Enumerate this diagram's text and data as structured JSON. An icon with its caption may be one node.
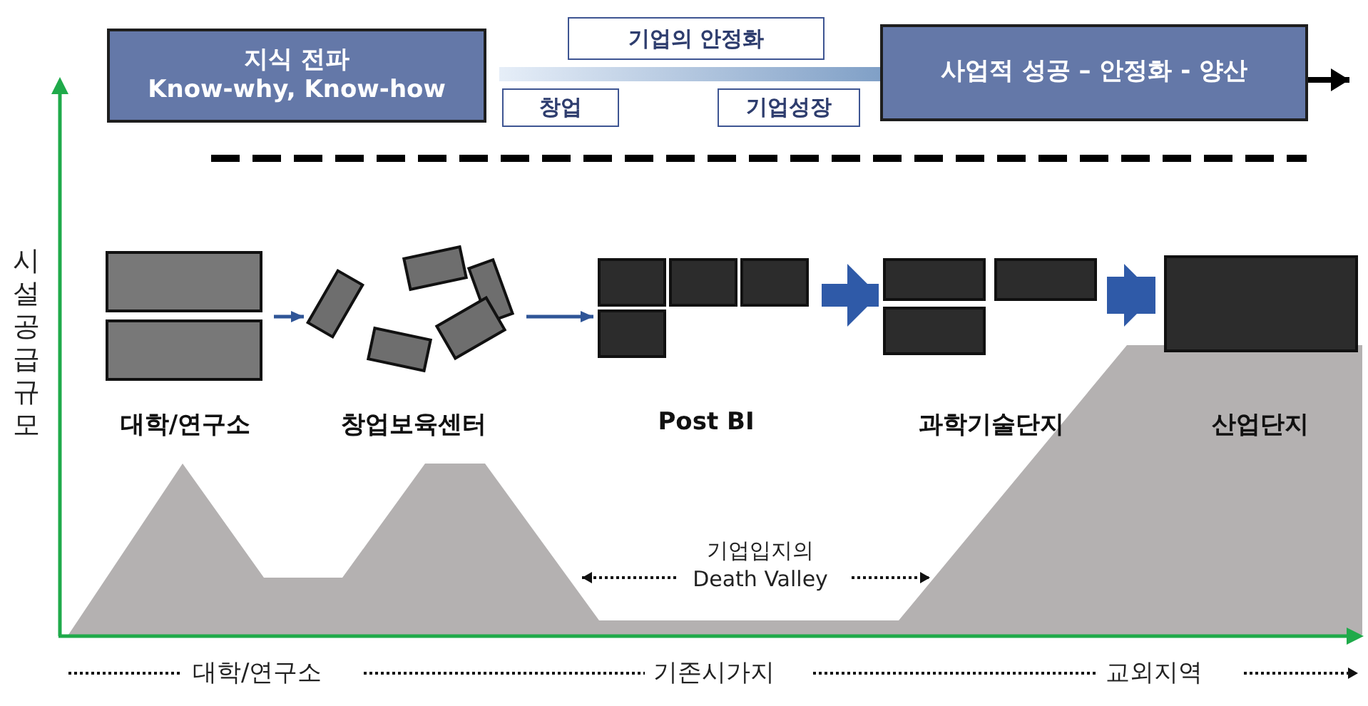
{
  "diagram": {
    "nodes": [
      {
        "text": [
          "지식 전파",
          "Know-why, Know-how"
        ]
      },
      {
        "text": [
          "기업의 안정화"
        ]
      },
      {
        "text": [
          "창업"
        ]
      },
      {
        "text": [
          "기업성장"
        ]
      },
      {
        "text": [
          "사업적 성공 – 안정화 - 양산"
        ]
      },
      {
        "text": [
          "대학/연구소"
        ]
      },
      {
        "text": [
          "창업보육센터"
        ]
      },
      {
        "text": [
          "Post BI"
        ]
      },
      {
        "text": [
          "과학기술단지"
        ]
      },
      {
        "text": [
          "산업단지"
        ]
      }
    ],
    "edges": [
      {
        "from": 5,
        "to": 6,
        "arrow": "to"
      },
      {
        "from": 6,
        "to": 7,
        "arrow": "to"
      },
      {
        "from": 7,
        "to": 8,
        "arrow": "to",
        "style": "thick"
      },
      {
        "from": 8,
        "to": 9,
        "arrow": "to",
        "style": "thick"
      }
    ],
    "labels": [
      "기업입지의 Death Valley",
      "시설 공급규모",
      "대학/연구소",
      "기존시가지",
      "교외지역"
    ]
  }
}
